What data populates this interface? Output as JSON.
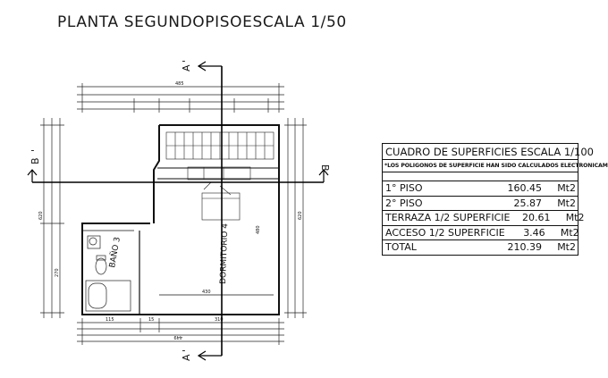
{
  "title": "PLANTA SEGUNDOPISOESCALA 1/50",
  "section_markers": {
    "a_top": "A",
    "a_top_prime": "'",
    "a_bottom": "A",
    "a_bottom_prime": "'",
    "b_left": "B",
    "b_right": "B",
    "b_prime": "'"
  },
  "rooms": {
    "bath": "BAÑO 3",
    "bedroom": "DORMITORIO 4"
  },
  "surface_table": {
    "header": "CUADRO DE SUPERFICIES ESCALA 1/100",
    "note": "*LOS POLIGONOS DE SUPERFICIE HAN SIDO CALCULADOS ELECTRONICAMENTE*",
    "rows": [
      {
        "label": "1° PISO",
        "value": "160.45",
        "unit": "Mt2"
      },
      {
        "label": "2° PISO",
        "value": "25.87",
        "unit": "Mt2"
      },
      {
        "label": "TERRAZA 1/2 SUPERFICIE",
        "value": "20.61",
        "unit": "Mt2"
      },
      {
        "label": "ACCESO 1/2 SUPERFICIE",
        "value": "3.46",
        "unit": "Mt2"
      },
      {
        "label": "TOTAL",
        "value": "210.39",
        "unit": "Mt2"
      }
    ]
  },
  "dimensions": {
    "top_overall": "485",
    "bottom_overall": "449",
    "bottom_a": "115",
    "bottom_b": "310",
    "bottom_c": "15",
    "inner_width": "430",
    "left_overall": "620",
    "right_overall": "620",
    "bedroom_depth": "480",
    "bath_depth": "270"
  }
}
